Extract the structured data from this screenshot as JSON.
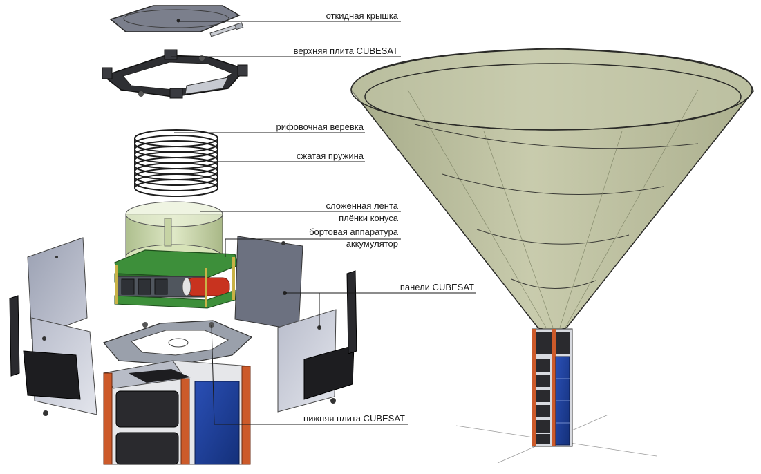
{
  "labels": {
    "lid": "откидная крышка",
    "top_plate": "верхняя плита CUBESAT",
    "reef_line": "рифовочная верёвка",
    "spring": "сжатая пружина",
    "film_line1": "сложенная лента",
    "film_line2": "плёнки конуса",
    "avionics_line1": "бортовая аппаратура",
    "avionics_line2": "аккумулятор",
    "panels": "панели CUBESAT",
    "bottom_plate": "нижняя плита CUBESAT"
  },
  "colors": {
    "cone_fill": "#b9bd9a",
    "cone_stroke": "#2b2b28",
    "cubesat_frame": "#cc5a2a",
    "solar_panel_blue": "#1f3f9a",
    "dark_panel": "#2a2a2e",
    "pcb_green": "#3d8f3a",
    "canister": "#c8d6a8",
    "battery_red": "#c8331f",
    "leader_line": "#1a1a1a"
  }
}
